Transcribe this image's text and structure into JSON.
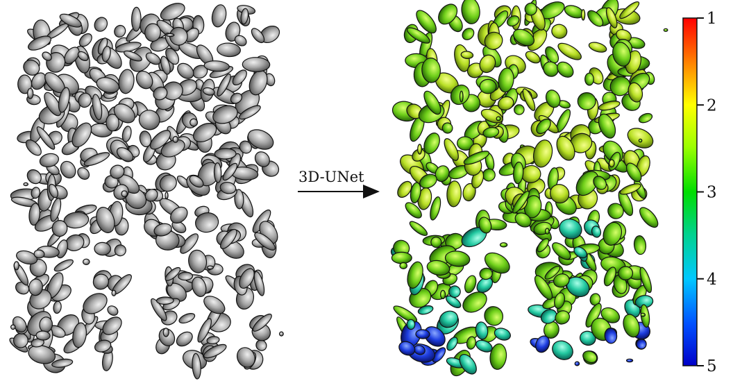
{
  "arrow": {
    "label": "3D-UNet"
  },
  "colorbar": {
    "ticks": [
      {
        "label": "1",
        "value": 1
      },
      {
        "label": "2",
        "value": 2
      },
      {
        "label": "3",
        "value": 3
      },
      {
        "label": "4",
        "value": 4
      },
      {
        "label": "5",
        "value": 5
      }
    ],
    "range": [
      1,
      5
    ],
    "colors": [
      "#ff0000",
      "#ff8c00",
      "#ffff00",
      "#7fff00",
      "#00dd00",
      "#00cc99",
      "#00bfff",
      "#0050ff",
      "#0000c8"
    ]
  },
  "maps": {
    "input_color": "#9c9c9c",
    "output_base_color": "#6fcf1a"
  }
}
